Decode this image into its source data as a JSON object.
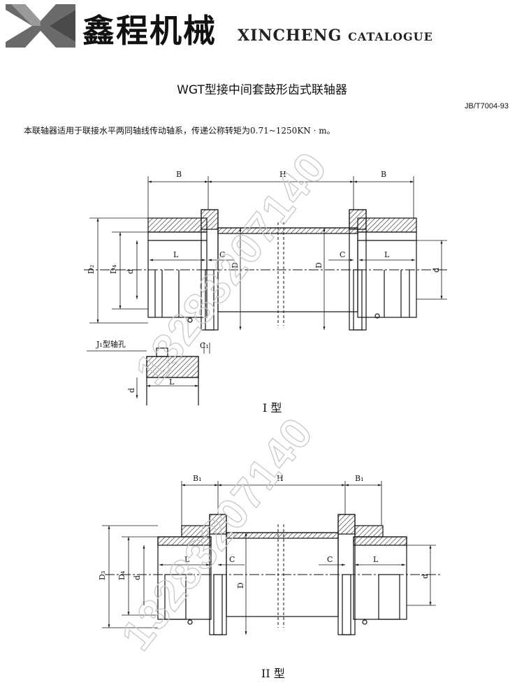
{
  "header": {
    "brand_cn": "鑫程机械",
    "brand_en": "XINCHENG",
    "brand_sub": "CATALOGUE"
  },
  "title": "WGT型接中间套鼓形齿式联轴器",
  "standard": "JB/T7004-93",
  "description": "本联轴器适用于联接水平两同轴线传动轴系，传递公称转矩为0.71~1250KN · m。",
  "watermark": "13283207140",
  "figure1": {
    "label": "I 型",
    "dims": {
      "B": "B",
      "H": "H",
      "L": "L",
      "C": "C",
      "D": "D",
      "D2": "D₂",
      "D4": "D₄",
      "d": "d",
      "C1": "C₁"
    },
    "detail_label": "J₁型轴孔"
  },
  "figure2": {
    "label": "II 型",
    "dims": {
      "B1": "B₁",
      "H": "H",
      "L": "L",
      "C": "C",
      "D": "D",
      "D3": "D₃",
      "D4": "D₄",
      "d": "d"
    }
  },
  "colors": {
    "ink": "#111111",
    "watermark": "#c8c8c8",
    "hatch": "#222222"
  }
}
